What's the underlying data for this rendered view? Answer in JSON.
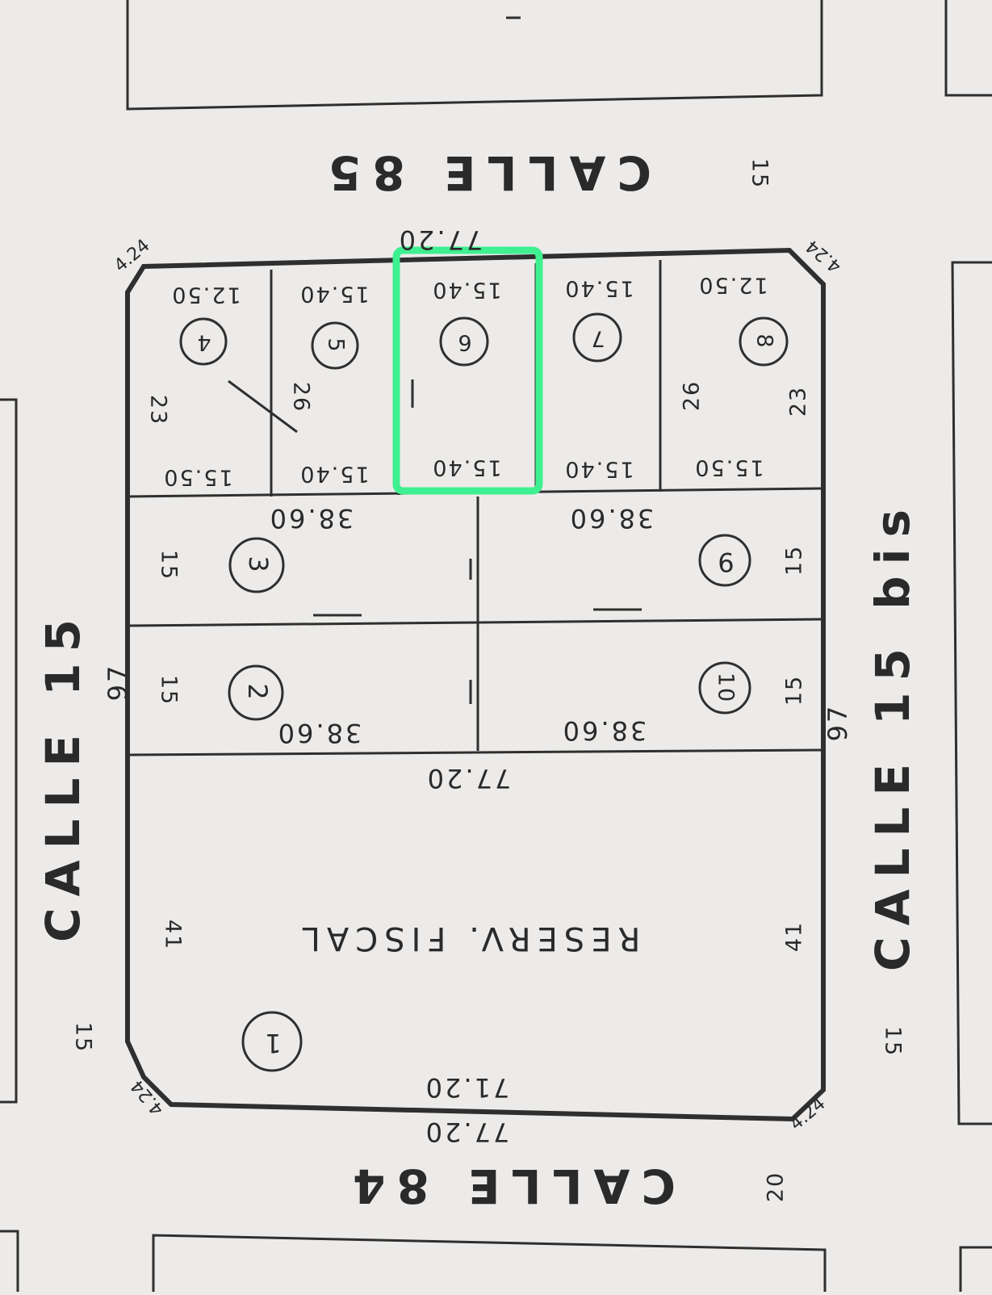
{
  "streets": {
    "top": "CALLE 85",
    "bottom": "CALLE 84",
    "left": "CALLE 15",
    "right": "CALLE 15 bis"
  },
  "street_widths": {
    "top": "15",
    "bottom": "20",
    "left": "15",
    "right": "15"
  },
  "block": {
    "top_length": "77.20",
    "bottom_length_outer": "77.20",
    "bottom_length_inner": "71.20",
    "middle_length": "77.20",
    "left_length": "97",
    "right_length": "97",
    "corner_chamfer": "4.24"
  },
  "reserve": {
    "label": "RESERV. FISCAL",
    "lot_number": "1",
    "side_left": "41",
    "side_right": "41"
  },
  "lots": [
    {
      "number": "2",
      "front": "15",
      "depth": "38.60"
    },
    {
      "number": "3",
      "front": "15",
      "depth": "38.60"
    },
    {
      "number": "4",
      "front_top": "12.50",
      "front_bottom": "15.50",
      "side": "23"
    },
    {
      "number": "5",
      "front_top": "15.40",
      "front_bottom": "15.40",
      "side": "26"
    },
    {
      "number": "6",
      "front_top": "15.40",
      "front_bottom": "15.40"
    },
    {
      "number": "7",
      "front_top": "15.40",
      "front_bottom": "15.40"
    },
    {
      "number": "8",
      "front_top": "12.50",
      "front_bottom": "15.50",
      "side_left": "26",
      "side_right": "23"
    },
    {
      "number": "9",
      "front": "15",
      "depth": "38.60"
    },
    {
      "number": "10",
      "front": "15",
      "depth": "38.60"
    }
  ],
  "highlight": {
    "lot": "6",
    "color": "#3ef08f"
  },
  "colors": {
    "paper": "#ecebea",
    "ink": "#2f2f2f",
    "highlight": "#3ef08f"
  }
}
